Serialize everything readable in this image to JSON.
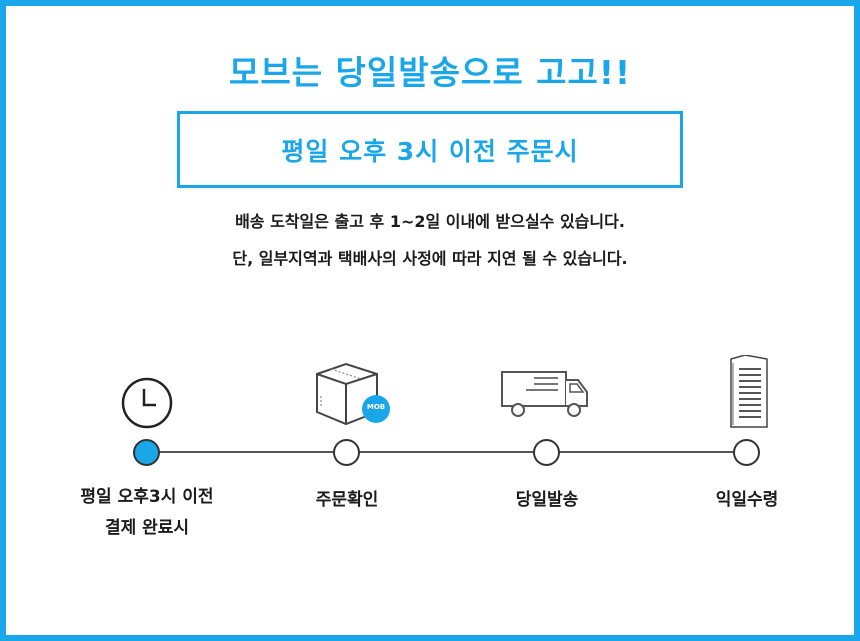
{
  "title": "모브는 당일발송으로 고고!!",
  "subtitle": "평일 오후 3시 이전 주문시",
  "notes": [
    "배송 도착일은 출고 후 1~2일 이내에 받으실수 있습니다.",
    "단, 일부지역과 택배사의 사정에 따라 지연 될 수 있습니다."
  ],
  "brand_badge": "MOB",
  "steps": [
    {
      "icon": "clock-icon",
      "line1": "평일 오후3시 이전",
      "line2": "결제 완료시",
      "active": true
    },
    {
      "icon": "package-box-icon",
      "line1": "주문확인"
    },
    {
      "icon": "delivery-truck-icon",
      "line1": "당일발송"
    },
    {
      "icon": "receipt-document-icon",
      "line1": "익일수령"
    }
  ],
  "colors": {
    "accent": "#1aa7ea",
    "text": "#1b1b1b",
    "line": "#555555"
  }
}
